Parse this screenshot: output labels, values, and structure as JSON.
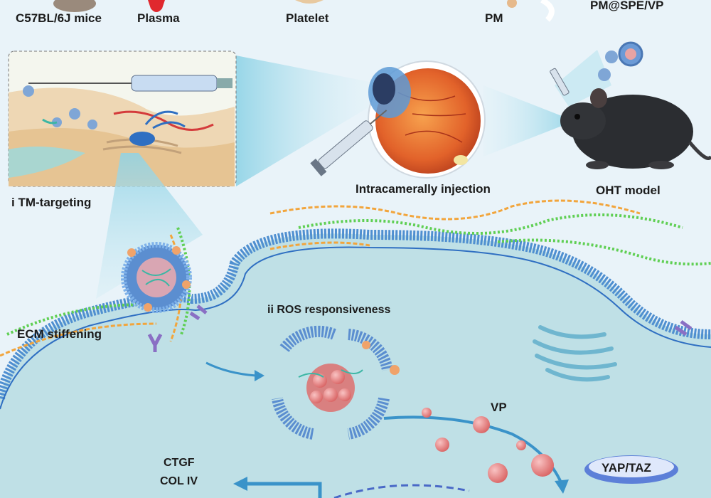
{
  "labels": {
    "c57": "C57BL/6J mice",
    "plasma": "Plasma",
    "platelet": "Platelet",
    "pm": "PM",
    "pm_spe_vp": "PM@SPE/VP",
    "injection": "Intracamerally injection",
    "oht": "OHT model",
    "tm_targeting": "i TM-targeting",
    "ecm": "ECM stiffening",
    "ros": "ii ROS responsiveness",
    "vp": "VP",
    "yap_taz": "YAP/TAZ",
    "ctgf": "CTGF",
    "col4": "COL IV"
  },
  "colors": {
    "background": "#e9f3f9",
    "cell": "#bfe0e6",
    "membrane": "#4f8fd0",
    "vp_sphere": "#e98585",
    "yap_taz": "#5c7fd8",
    "arrow": "#3a93c9",
    "collagen_green": "#5fcf53",
    "collagen_orange": "#f2a53c"
  }
}
